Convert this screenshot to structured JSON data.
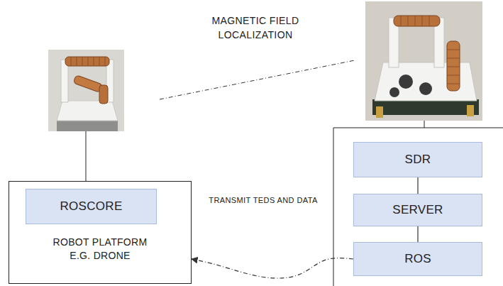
{
  "diagram": {
    "nodes": [
      {
        "text": [
          "ROBOT PLATFORM E.G. DRONE"
        ]
      },
      {
        "text": [
          "ROSCORE"
        ],
        "in": 0
      },
      {
        "text": [
          "SDR"
        ]
      },
      {
        "text": [
          "SERVER"
        ]
      },
      {
        "text": [
          "ROS"
        ]
      }
    ],
    "edges": [
      {
        "from": 2,
        "to": 3,
        "arrow": "none"
      },
      {
        "from": 3,
        "to": 4,
        "arrow": "none"
      },
      {
        "from": 4,
        "to": 0,
        "label": "TRANSMIT TEDS AND DATA",
        "arrow": "to"
      }
    ],
    "labels": [
      "MAGNETIC FIELD LOCALIZATION"
    ]
  }
}
